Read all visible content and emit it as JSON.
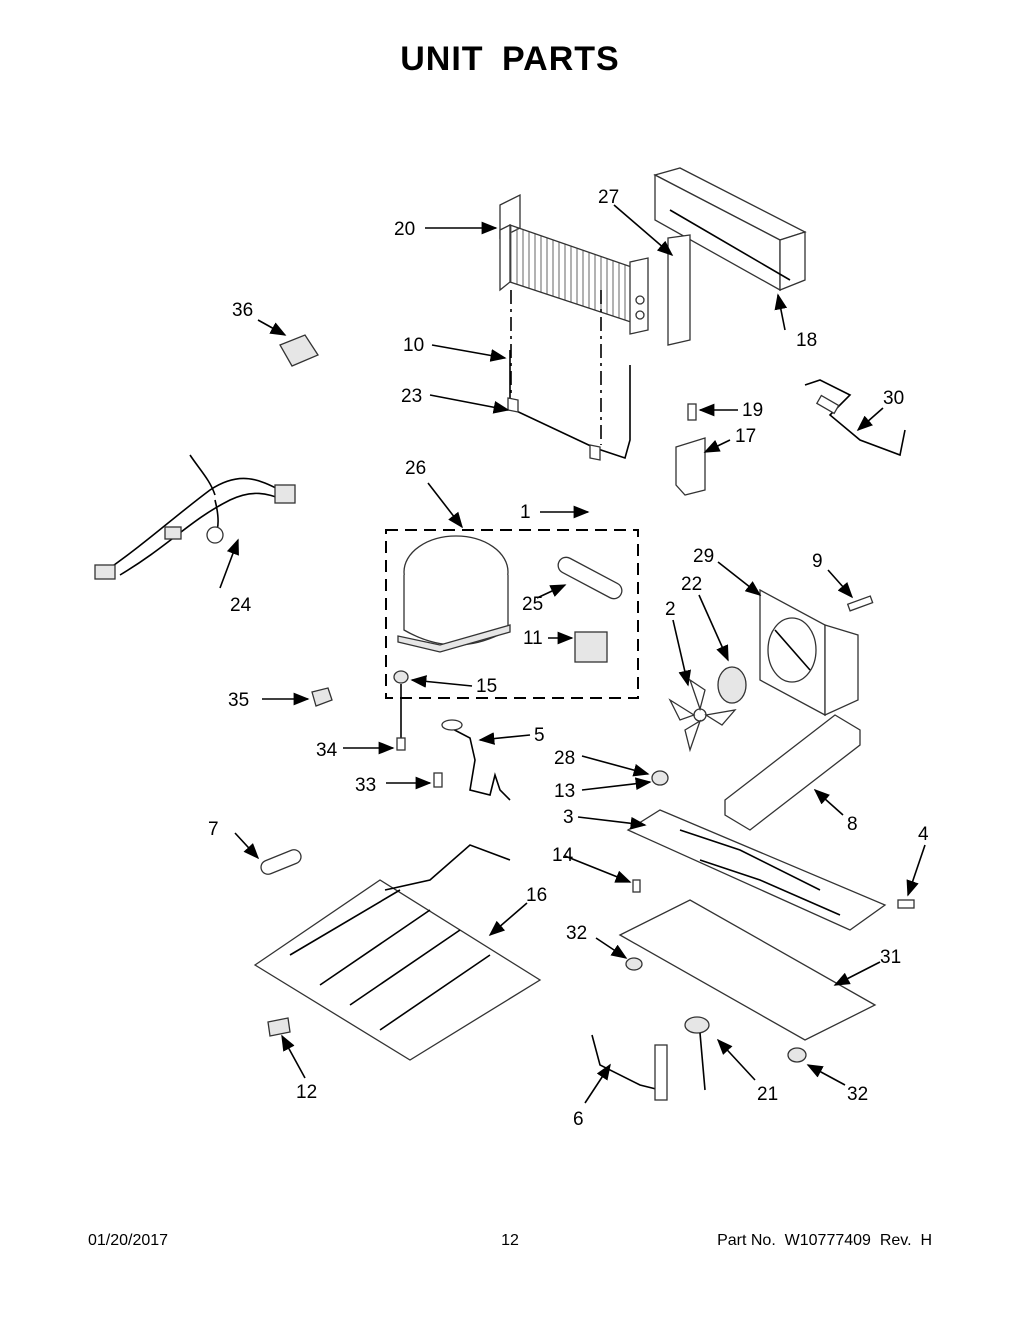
{
  "title": "UNIT PARTS",
  "footer": {
    "date": "01/20/2017",
    "page": "12",
    "part_number": "Part No.  W10777409  Rev.  H"
  },
  "callouts": {
    "c1": "1",
    "c2": "2",
    "c3": "3",
    "c4": "4",
    "c5": "5",
    "c6": "6",
    "c7": "7",
    "c8": "8",
    "c9": "9",
    "c10": "10",
    "c11": "11",
    "c12": "12",
    "c13": "13",
    "c14": "14",
    "c15": "15",
    "c16": "16",
    "c17": "17",
    "c18": "18",
    "c19": "19",
    "c20": "20",
    "c21": "21",
    "c22": "22",
    "c23": "23",
    "c24": "24",
    "c25": "25",
    "c26": "26",
    "c27": "27",
    "c28": "28",
    "c29": "29",
    "c30": "30",
    "c31": "31",
    "c32a": "32",
    "c32b": "32",
    "c33": "33",
    "c34": "34",
    "c35": "35",
    "c36": "36"
  }
}
